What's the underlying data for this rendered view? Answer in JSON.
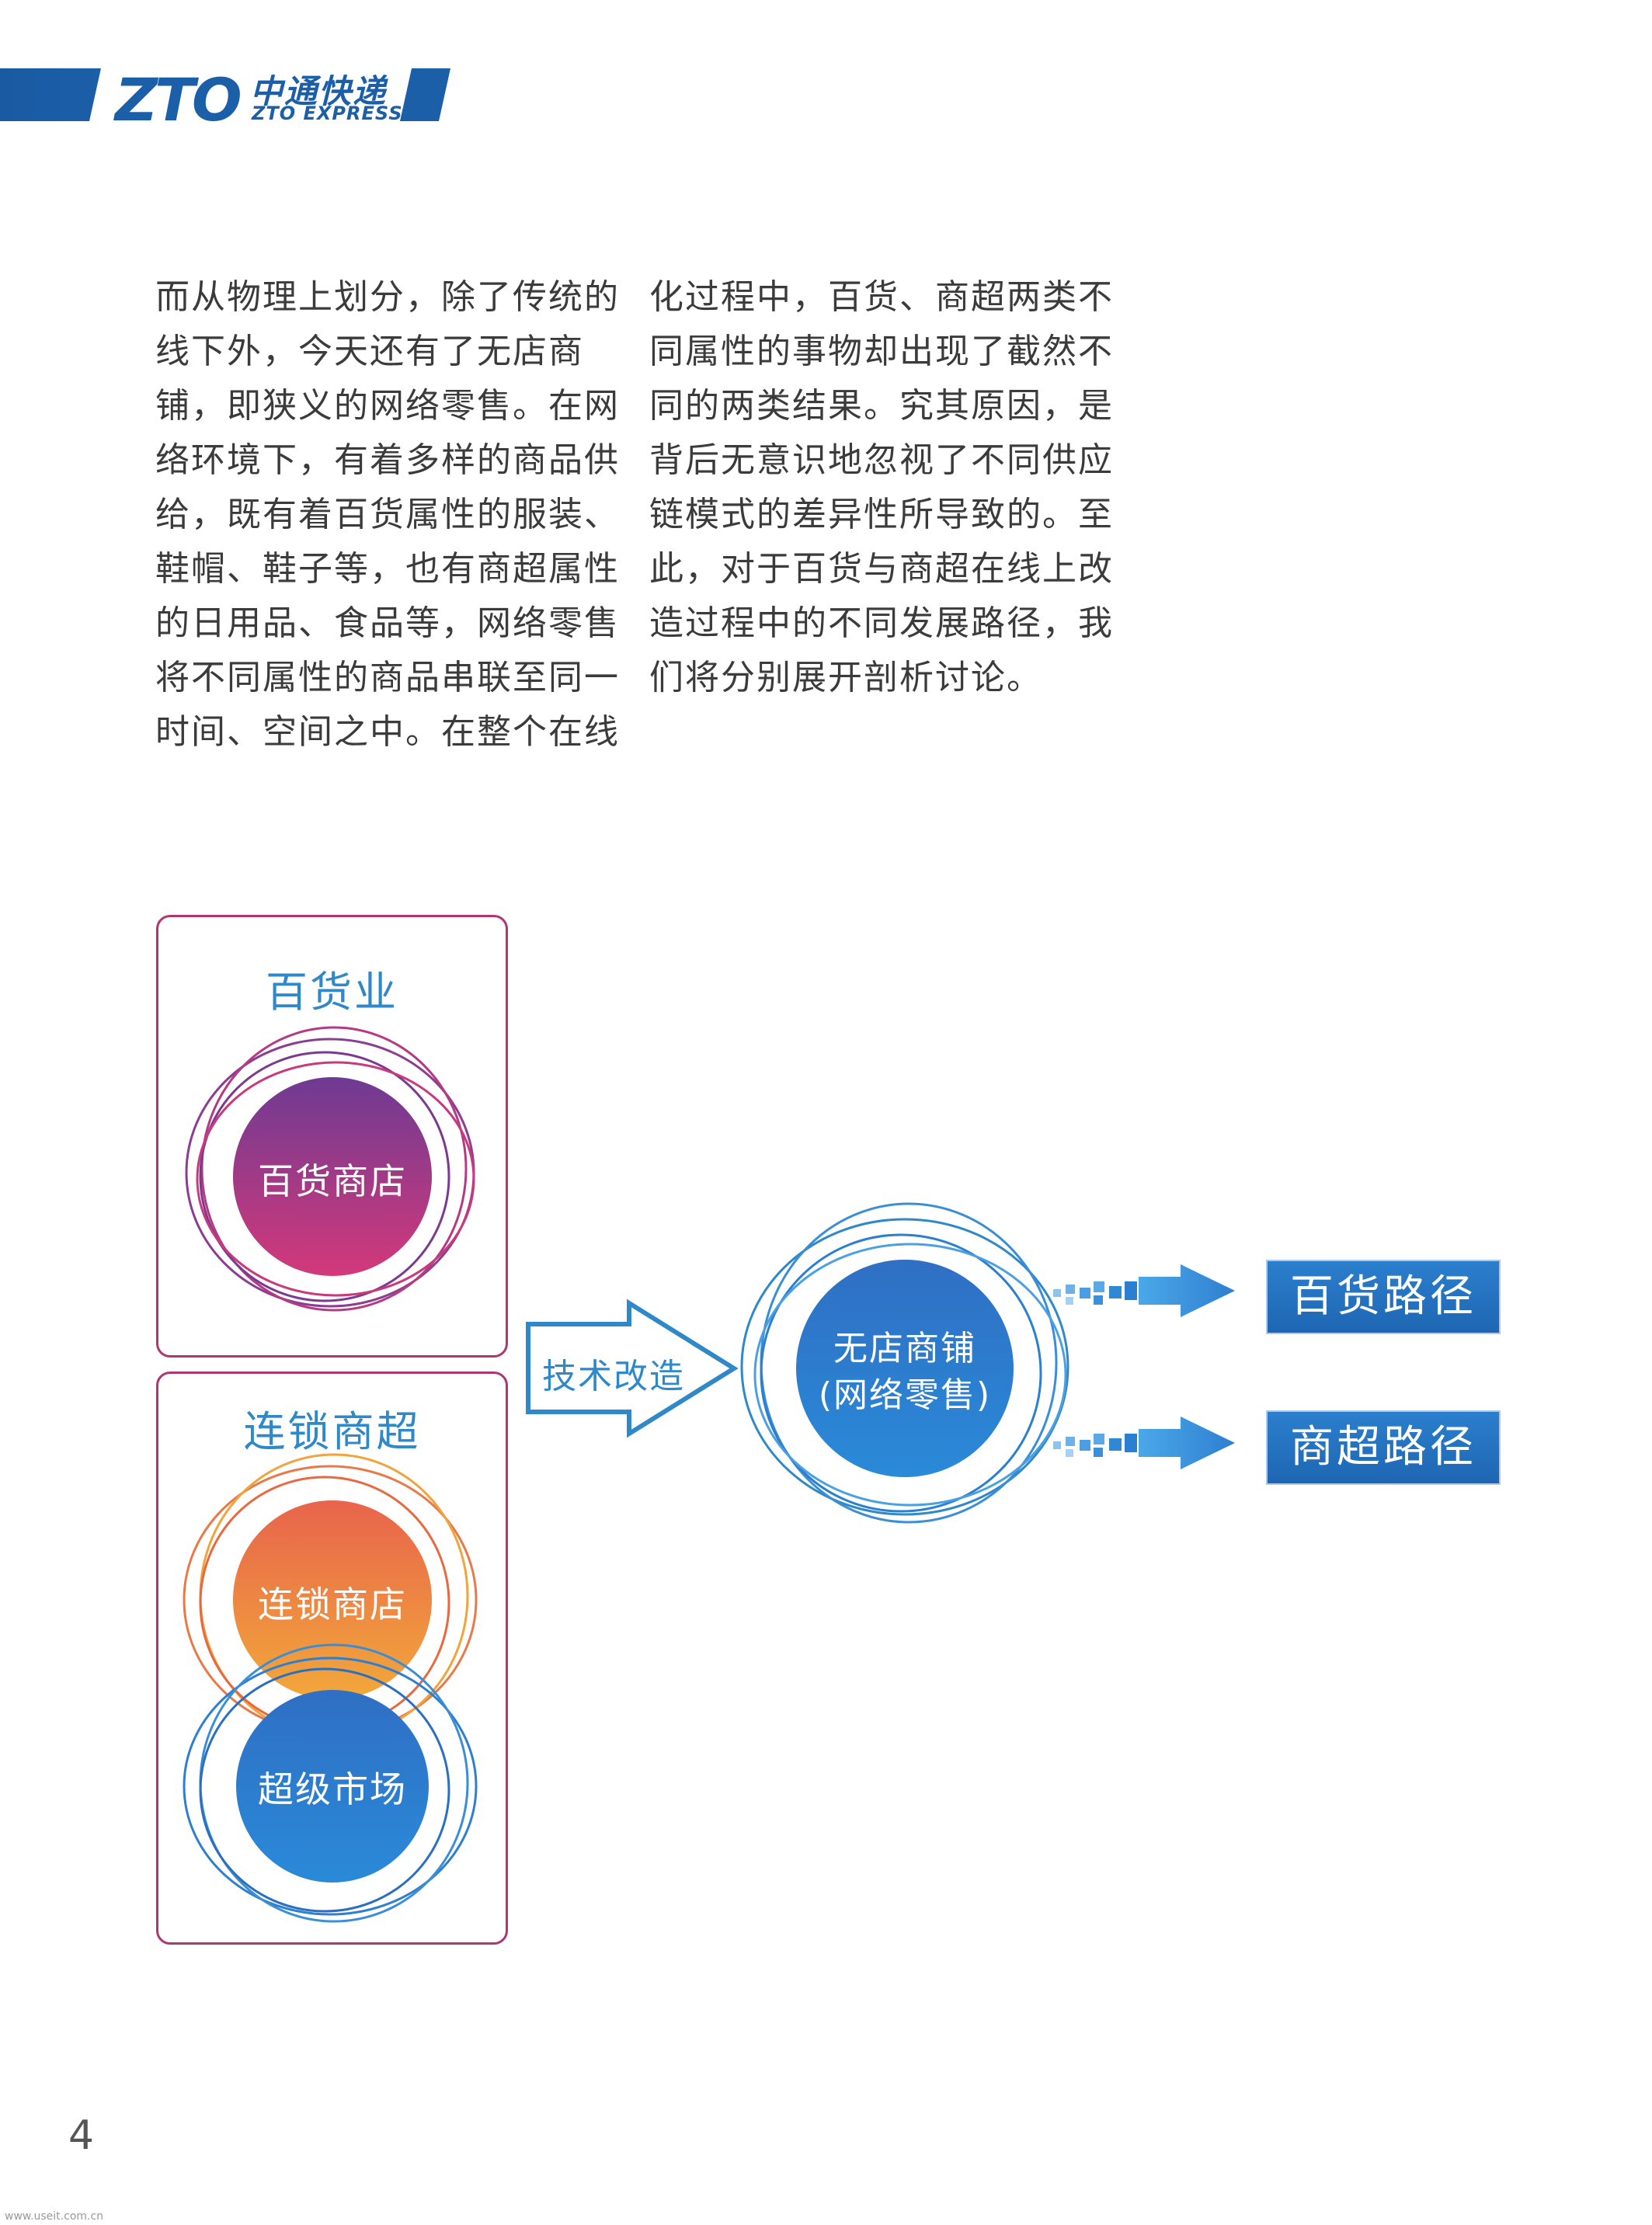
{
  "header": {
    "logo_mark": "ZTO",
    "logo_cn": "中通快递",
    "logo_en": "ZTO EXPRESS",
    "brand_color": "#1b5fa8"
  },
  "body_text": {
    "col1": [
      "而从物理上划分，除了传统的",
      "线下外，今天还有了无店商",
      "铺，即狭义的网络零售。在网",
      "络环境下，有着多样的商品供",
      "给，既有着百货属性的服装、",
      "鞋帽、鞋子等，也有商超属性",
      "的日用品、食品等，网络零售",
      "将不同属性的商品串联至同一",
      "时间、空间之中。在整个在线"
    ],
    "col2": [
      "化过程中，百货、商超两类不",
      "同属性的事物却出现了截然不",
      "同的两类结果。究其原因，是",
      "背后无意识地忽视了不同供应",
      "链模式的差异性所导致的。至",
      "此，对于百货与商超在线上改",
      "造过程中的不同发展路径，我",
      "们将分别展开剖析讨论。"
    ]
  },
  "diagram": {
    "panel_top": {
      "title": "百货业",
      "circle": "百货商店"
    },
    "panel_bottom": {
      "title": "连锁商超",
      "circle_a": "连锁商店",
      "circle_b": "超级市场"
    },
    "arrow_label": "技术改造",
    "center_circle": {
      "line1": "无店商铺",
      "line2": "(网络零售)"
    },
    "routes": [
      "百货路径",
      "商超路径"
    ],
    "colors": {
      "panel_border": "#b0366f",
      "title_blue": "#2f88c8",
      "purple_top": "#7b3a8f",
      "pink_bottom": "#d0397a",
      "orange_top": "#e8724a",
      "orange_bottom": "#f0a13a",
      "blue": "#2a7fd0"
    }
  },
  "footer": {
    "page_number": "4",
    "watermark": "www.useit.com.cn"
  }
}
